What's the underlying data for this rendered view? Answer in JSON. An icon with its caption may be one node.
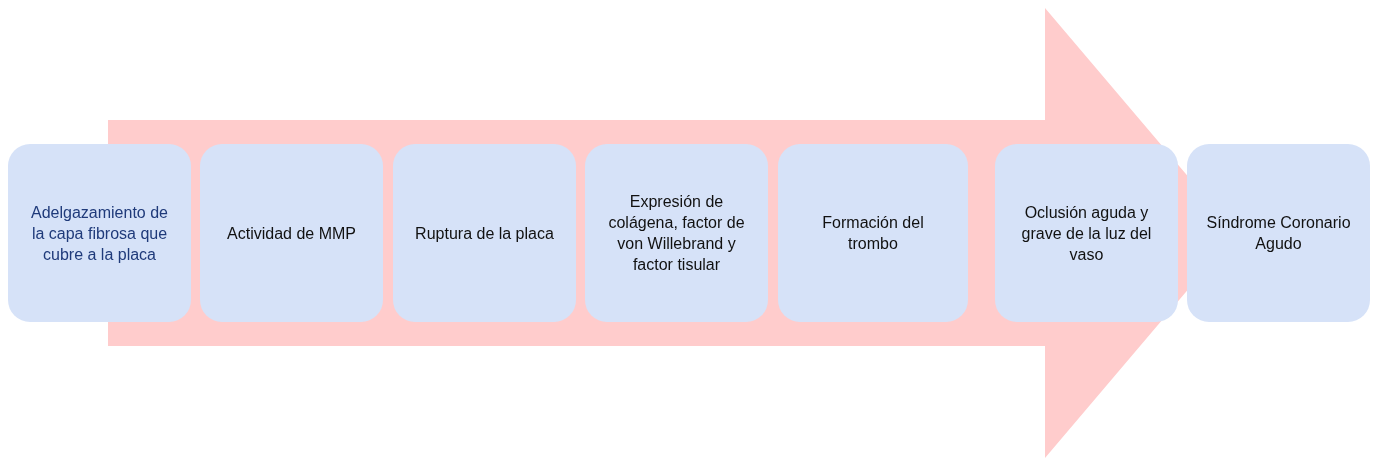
{
  "diagram": {
    "nodes": [
      {
        "text": [
          "Adelgazamiento de la capa fibrosa que cubre a la placa"
        ]
      },
      {
        "text": [
          "Actividad de MMP"
        ]
      },
      {
        "text": [
          "Ruptura de la placa"
        ]
      },
      {
        "text": [
          "Expresión de colágena, factor de von Willebrand y factor tisular"
        ]
      },
      {
        "text": [
          "Formación del trombo"
        ]
      },
      {
        "text": [
          "Oclusión aguda y grave de la luz del vaso"
        ]
      },
      {
        "text": [
          "Síndrome Coronario Agudo"
        ]
      }
    ],
    "edges": [
      {
        "from": 0,
        "to": 6,
        "arrow": "to"
      }
    ]
  }
}
